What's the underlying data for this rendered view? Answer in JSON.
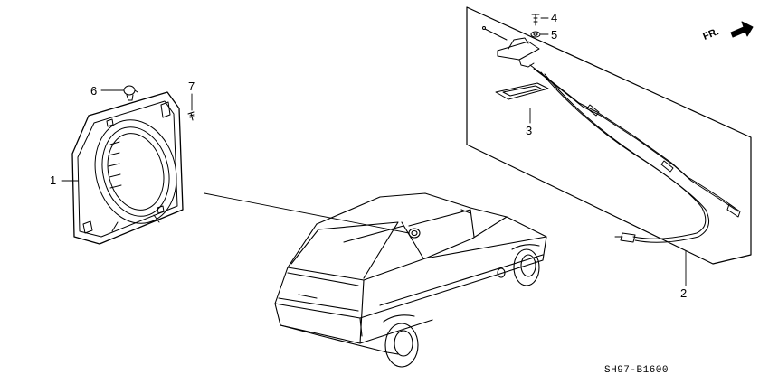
{
  "callouts": {
    "c1": "1",
    "c2": "2",
    "c3": "3",
    "c4": "4",
    "c5": "5",
    "c6": "6",
    "c7": "7"
  },
  "direction_label": "FR.",
  "diagram_code": "SH97-B1600"
}
